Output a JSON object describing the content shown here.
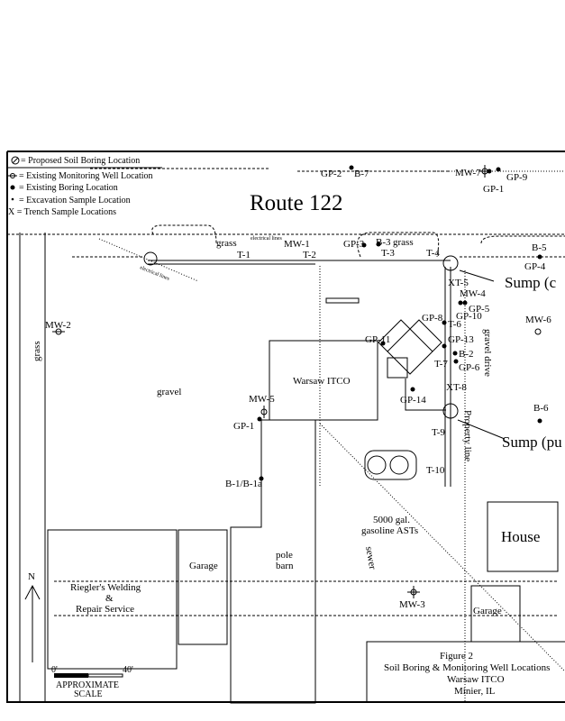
{
  "legend": {
    "proposed": "= Proposed Soil Boring Location",
    "monitoring_well": "= Existing Monitoring Well Location",
    "boring": "= Existing Boring Location",
    "excavation": "= Excavation Sample Location",
    "trench": "X = Trench Sample Locations"
  },
  "map": {
    "road": "Route 122",
    "labels": {
      "gp2": "GP-2",
      "b7": "B-7",
      "mw7": "MW-7",
      "gp9": "GP-9",
      "gp1_top": "GP-1",
      "grass1": "grass",
      "electrical1": "electrical lines",
      "electrical2": "electrical lines",
      "mw1": "MW-1",
      "t1": "T-1",
      "t2": "T-2",
      "gp3": "GP-3",
      "b3": "B-3",
      "grass2": "grass",
      "t3": "T-3",
      "t4": "T-4",
      "b5": "B-5",
      "gp4": "GP-4",
      "sump1": "Sump (c",
      "xt5": "XT-5",
      "mw4": "MW-4",
      "gp5": "GP-5",
      "gp10": "GP-10",
      "gp8": "GP-8",
      "t6": "T-6",
      "mw6": "MW-6",
      "mw2": "MW-2",
      "grass3": "grass",
      "gp11": "GP-11",
      "gp13": "GP-13",
      "b2": "B-2",
      "t7": "T-7",
      "gp6": "GP-6",
      "gravel_drive": "gravel drive",
      "warsaw": "Warsaw ITCO",
      "gravel": "gravel",
      "mw5": "MW-5",
      "gp14": "GP-14",
      "xt8": "XT-8",
      "b6": "B-6",
      "gp1": "GP-1",
      "t9": "T-9",
      "property_line": "Property line",
      "sump2": "Sump (pu",
      "t10": "T-10",
      "b1": "B-1/B-1a",
      "asts": "5000 gal.",
      "asts2": "gasoline ASTs",
      "sewer": "sewer",
      "house": "House",
      "garage1": "Garage",
      "pole_barn1": "pole",
      "pole_barn2": "barn",
      "mw3": "MW-3",
      "garage2": "Garage",
      "riegler1": "Riegler's Welding",
      "riegler2": "&",
      "riegler3": "Repair Service",
      "north": "N",
      "scale0": "0'",
      "scale40": "40'",
      "scale1": "APPROXIMATE",
      "scale2": "SCALE"
    }
  },
  "figure": {
    "line1": "Figure 2",
    "line2": "Soil Boring & Monitoring Well Locations",
    "line3": "Warsaw ITCO",
    "line4": "Minier, IL"
  }
}
